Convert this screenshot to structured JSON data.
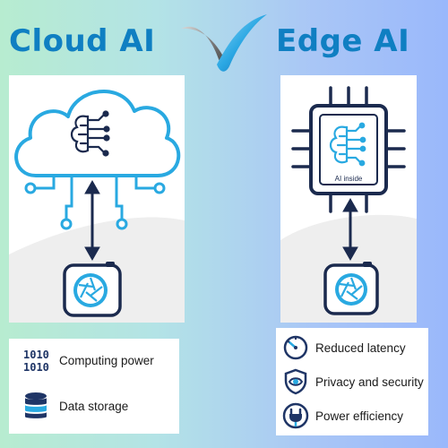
{
  "title_left": "Cloud AI",
  "title_right": "Edge AI",
  "colors": {
    "cloud_title": "#0f7fc2",
    "edge_title": "#0f7fc2",
    "accent_blue": "#29a9e1",
    "dark_navy": "#1b2a4e",
    "icon_navy": "#1f3566"
  },
  "edge_chip_label": "AI inside",
  "cloud_legend": [
    {
      "icon": "binary-icon",
      "label": "Computing power"
    },
    {
      "icon": "database-icon",
      "label": "Data storage"
    }
  ],
  "edge_legend": [
    {
      "icon": "speedometer-icon",
      "label": "Reduced latency"
    },
    {
      "icon": "eye-shield-icon",
      "label": "Privacy and security"
    },
    {
      "icon": "power-plug-icon",
      "label": "Power efficiency"
    }
  ]
}
